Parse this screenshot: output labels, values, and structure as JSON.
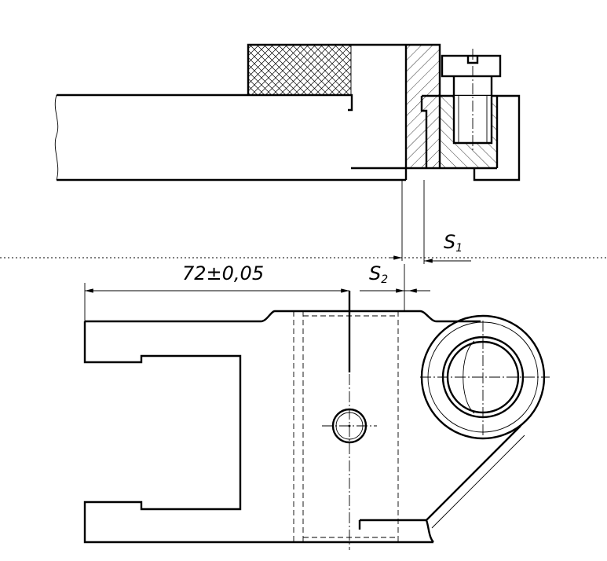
{
  "dimensions": {
    "length_label": "72±0,05",
    "gap1_main": "S",
    "gap1_sub": "1",
    "gap2_main": "S",
    "gap2_sub": "2"
  },
  "colors": {
    "line": "#000000",
    "background": "#ffffff"
  }
}
